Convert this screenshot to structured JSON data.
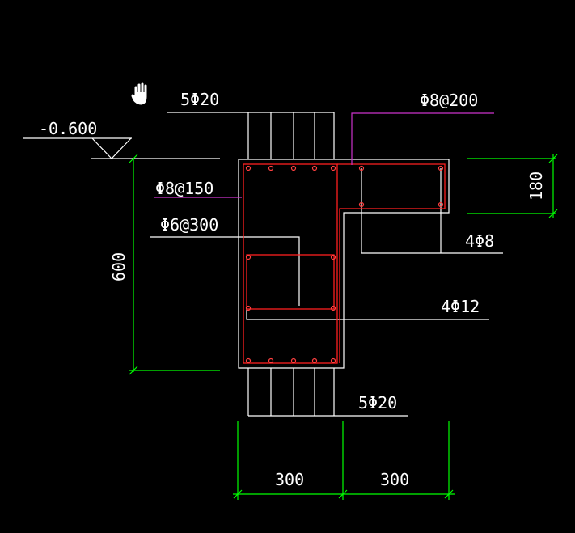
{
  "colors": {
    "background": "#000000",
    "outline": "#ffffff",
    "rebar": "#ff2020",
    "dimension": "#00ff00",
    "leader": "#cc33cc",
    "text": "#ffffff"
  },
  "icons": {
    "cursor": "hand-cursor-icon"
  },
  "labels": {
    "elevation": "-0.600",
    "top_bars": "5Φ20",
    "stirrup_ledge": "Φ8@200",
    "stirrup_main": "Φ8@150",
    "stirrup_inner": "Φ6@300",
    "ledge_bars": "4Φ8",
    "side_bars": "4Φ12",
    "bottom_bars": "5Φ20"
  },
  "dimensions": {
    "height": "600",
    "ledge_height": "180",
    "width_left": "300",
    "width_right": "300"
  }
}
